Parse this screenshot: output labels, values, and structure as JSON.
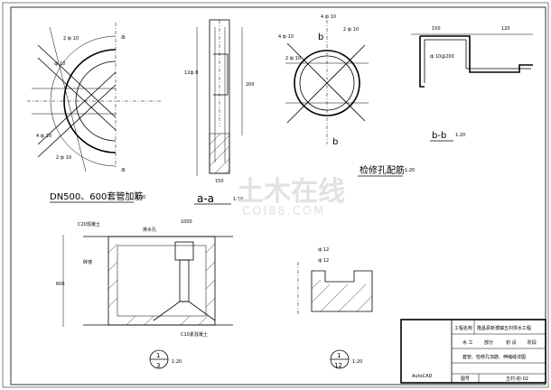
{
  "drawing": {
    "section_pipe": {
      "title": "DN500、600套管加筋",
      "scale": "1:20",
      "cut_label": "a",
      "rebar_labels": [
        "2 ф 10",
        "ф 10",
        "4 ф 10",
        "2 ф 10"
      ]
    },
    "section_aa": {
      "title": "a-a",
      "scale": "1:10",
      "dim_labels": [
        "12ф 8",
        "200",
        "150"
      ]
    },
    "hatch_section": {
      "cut_label": "b",
      "title": "检修孔配筋",
      "scale": "1:20",
      "rebar_labels": [
        "4 ф 10",
        "2 ф 10",
        "4 ф 10",
        "2 ф 10"
      ]
    },
    "section_bb": {
      "title": "b-b",
      "scale": "1:20",
      "dim_labels": [
        "150",
        "120",
        "ф 10@200"
      ]
    },
    "section_1": {
      "number": "1",
      "sheet": "3",
      "scale": "1:20",
      "labels": [
        "C20混凝土",
        "排水孔",
        "砖墙",
        "C10素混凝土",
        "1000",
        "600"
      ]
    },
    "section_2": {
      "number": "1",
      "sheet": "12",
      "scale": "1:20",
      "labels": [
        "ф 12",
        "ф 12"
      ]
    },
    "title_block": {
      "project_label": "工程名称",
      "project_name": "隆昌县新濮镇五村供水工程",
      "discipline": "水 工",
      "part": "部分",
      "stage": "初 设",
      "stage_suffix": "阶段",
      "drawing_name": "套管、检修孔加筋、伸缩缝详图",
      "drawing_no_label": "图号",
      "drawing_no": "五村-初-02",
      "software": "AutoCAD"
    },
    "watermark": {
      "text": "土木在线",
      "site": "COI88.COM"
    }
  }
}
